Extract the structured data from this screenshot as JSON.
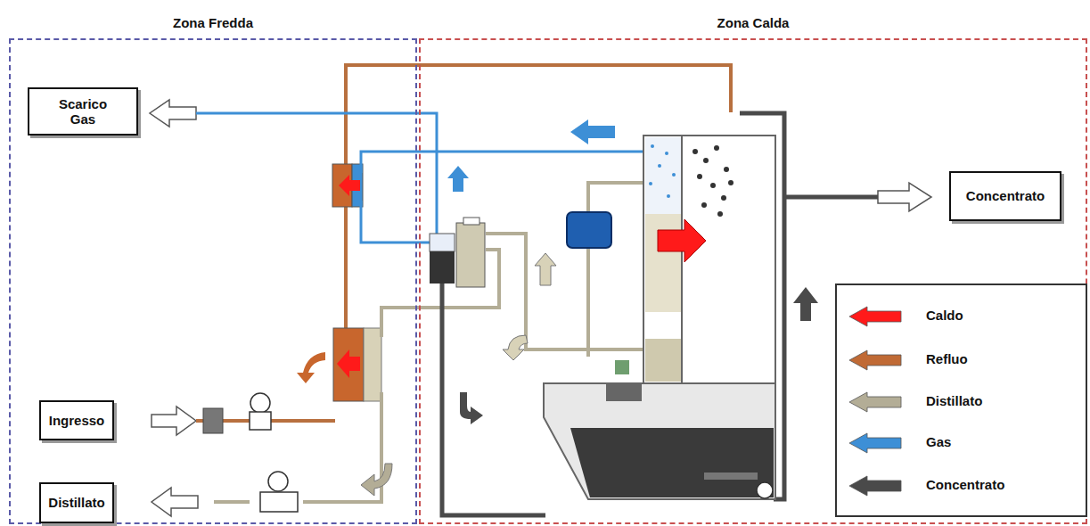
{
  "diagram": {
    "nodes": [
      {
        "text": [
          "Zona Fredda"
        ]
      },
      {
        "text": [
          "Scarico Gas"
        ],
        "in": 0
      },
      {
        "text": [
          "Ingresso"
        ],
        "in": 0
      },
      {
        "text": [
          "Distillato"
        ],
        "in": 0
      },
      {
        "text": [
          "Zona Calda"
        ]
      },
      {
        "text": [
          "Concentrato"
        ],
        "in": 4
      }
    ],
    "legend": [
      {
        "text": "Caldo",
        "color": "#ff1a1a"
      },
      {
        "text": "Refluo",
        "color": "#c06a35"
      },
      {
        "text": "Distillato",
        "color": "#b3ad96"
      },
      {
        "text": "Gas",
        "color": "#3d8fd6"
      },
      {
        "text": "Concentrato",
        "color": "#4a4a4a"
      }
    ]
  }
}
